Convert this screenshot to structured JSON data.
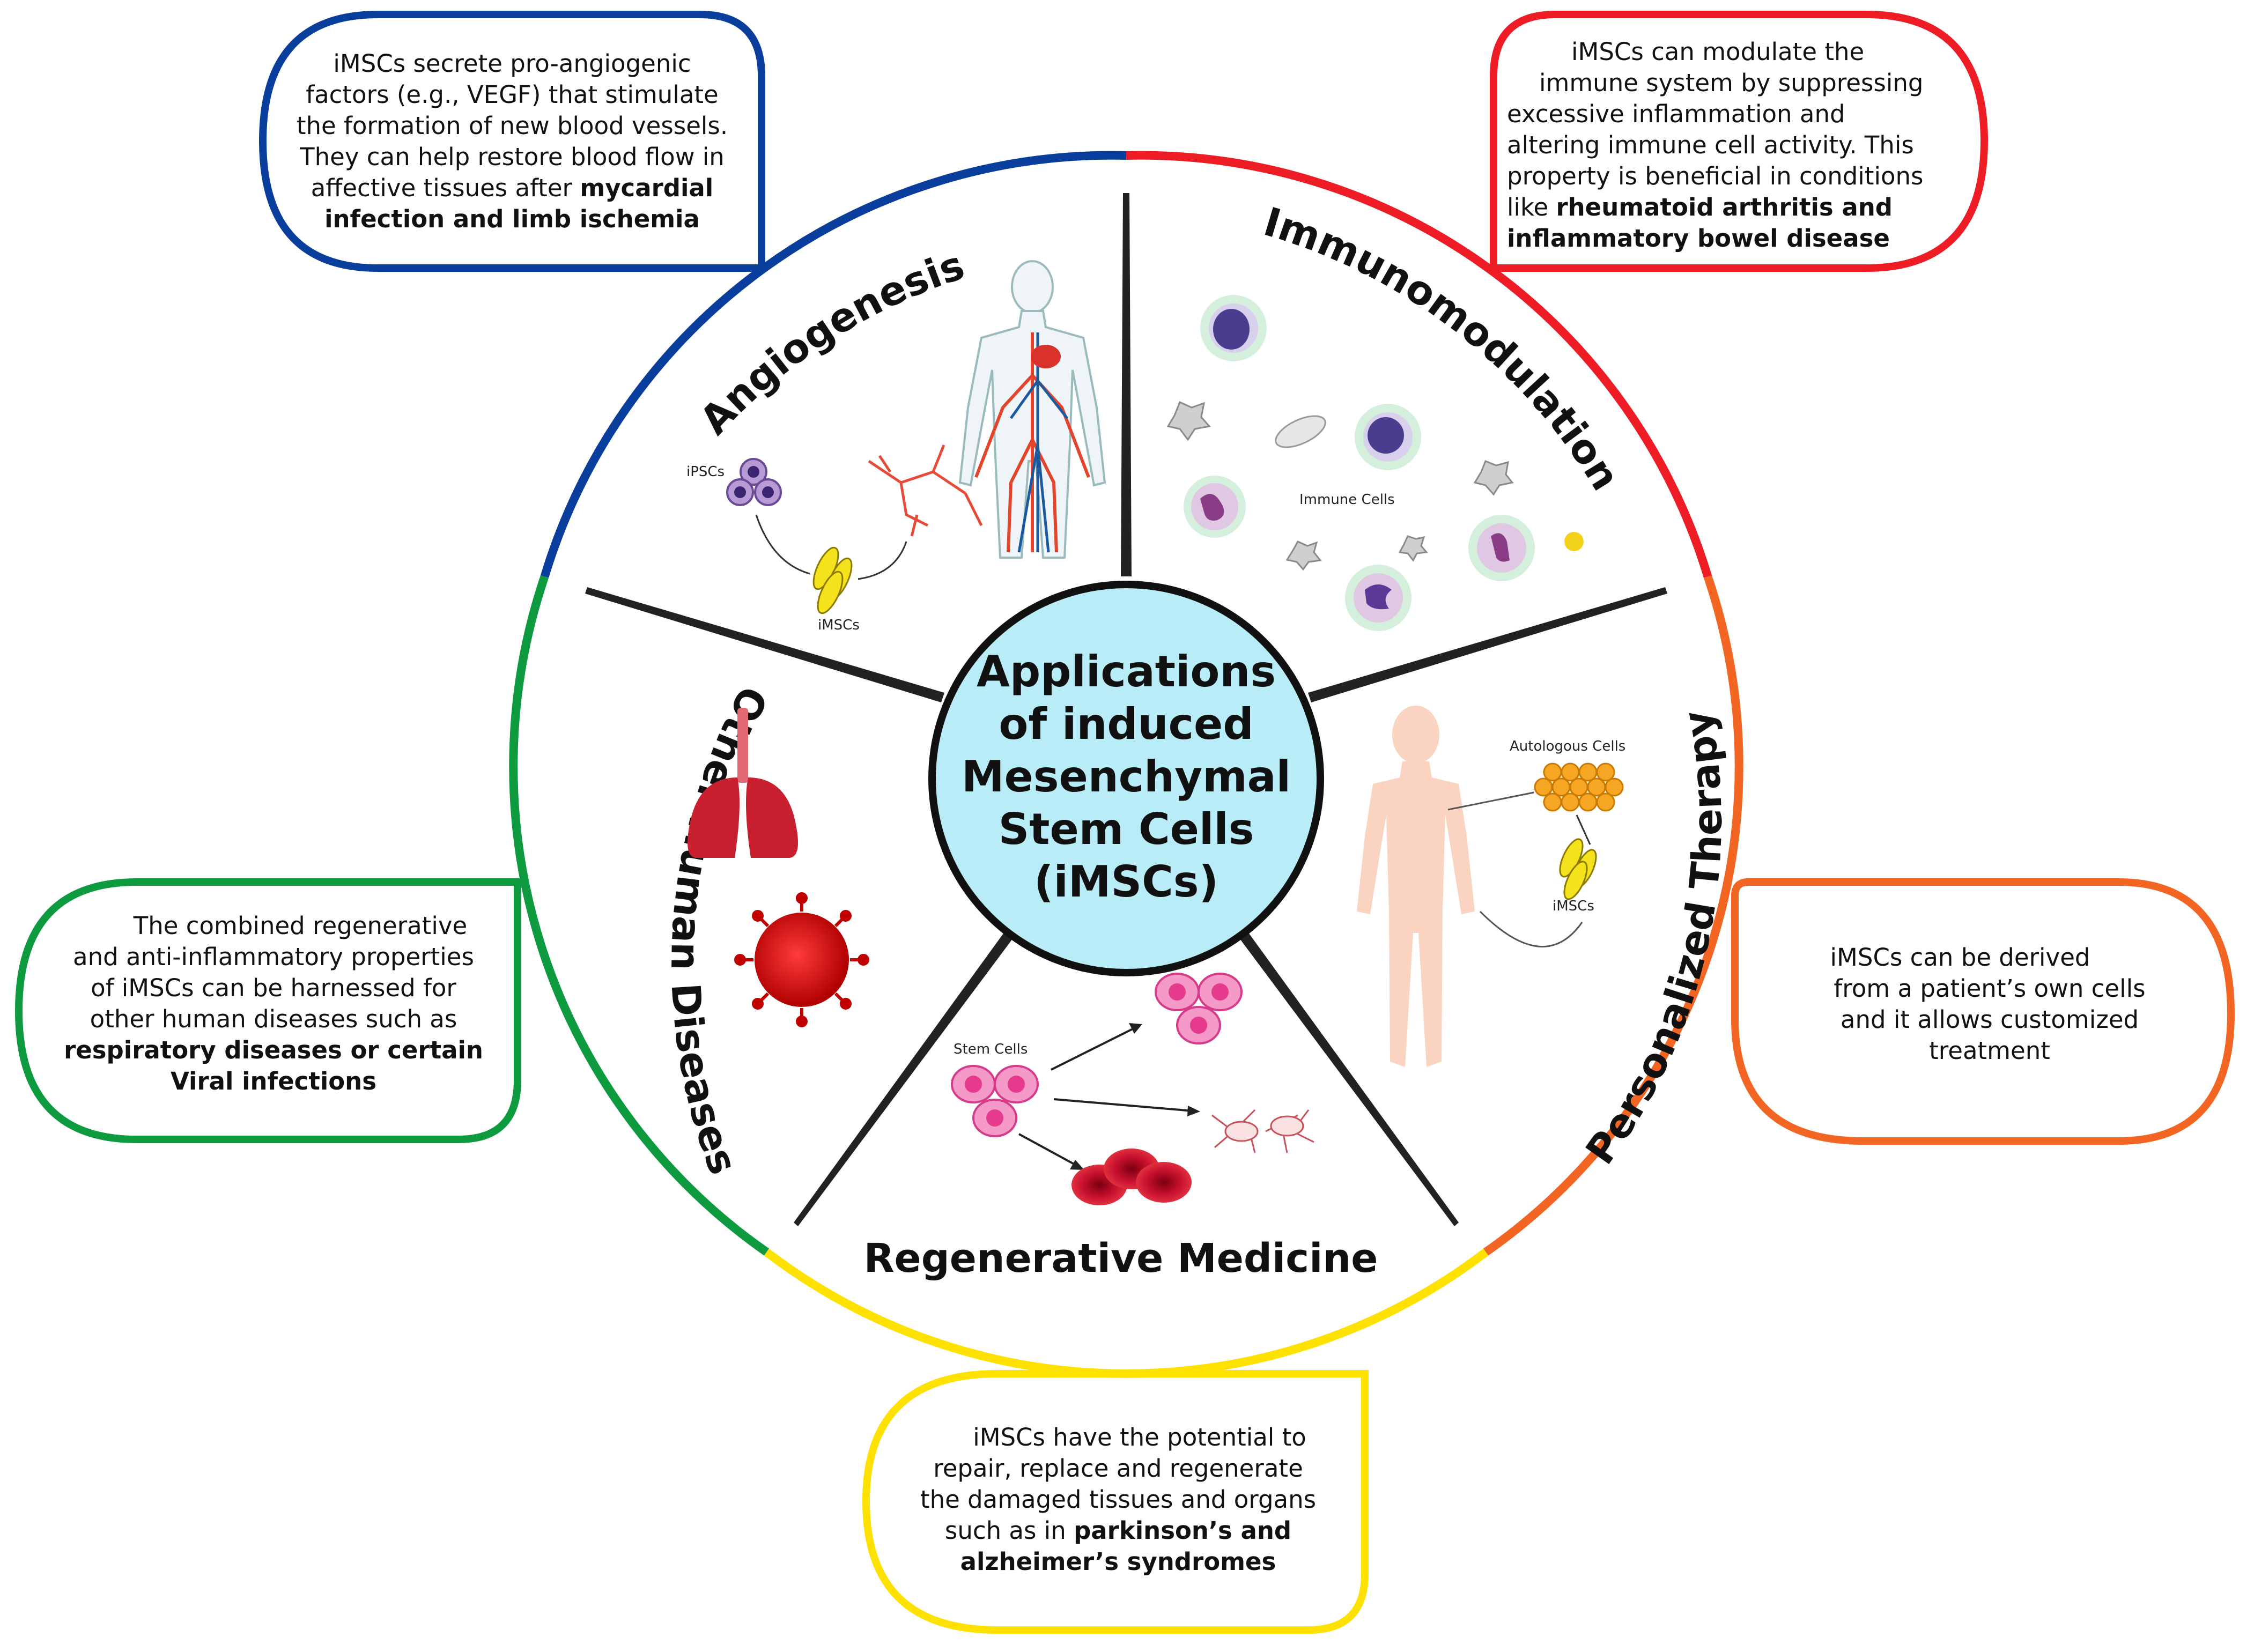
{
  "center": {
    "lines": [
      "Applications",
      "of induced",
      "Mesenchymal",
      "Stem Cells",
      "(iMSCs)"
    ]
  },
  "sections": {
    "angiogenesis": {
      "title": "Angiogenesis",
      "label_ipscs": "iPSCs",
      "label_imscs": "iMSCs",
      "color": "#0a3e9c"
    },
    "immunomodulation": {
      "title": "Immunomodulation",
      "label_immune": "Immune Cells",
      "color": "#ee1c25"
    },
    "personalized": {
      "title": "Personalized Therapy",
      "label_autologous": "Autologous Cells",
      "label_imscs": "iMSCs",
      "color": "#f26522"
    },
    "regenerative": {
      "title": "Regenerative Medicine",
      "label_stem": "Stem Cells",
      "color": "#ffe100"
    },
    "other": {
      "title": "Other Human Diseases",
      "color": "#0e9b3f"
    }
  },
  "callouts": {
    "angiogenesis": {
      "lines": [
        {
          "text": "iMSCs secrete pro-angiogenic",
          "bold": ""
        },
        {
          "text": "factors (e.g., VEGF) that stimulate",
          "bold": ""
        },
        {
          "text": "the formation of new blood vessels.",
          "bold": ""
        },
        {
          "text": "They can help restore blood flow in",
          "bold": ""
        },
        {
          "text": "affective tissues after ",
          "bold": "mycardial"
        },
        {
          "text": "",
          "bold": "infection and limb ischemia"
        }
      ]
    },
    "immunomodulation": {
      "lines": [
        {
          "text": "iMSCs can modulate the",
          "bold": ""
        },
        {
          "text": "immune system by suppressing",
          "bold": ""
        },
        {
          "text": "excessive inflammation and",
          "bold": ""
        },
        {
          "text": "altering immune cell activity. This",
          "bold": ""
        },
        {
          "text": "property is beneficial in conditions",
          "bold": ""
        },
        {
          "text": "like ",
          "bold": "rheumatoid arthritis and"
        },
        {
          "text": "",
          "bold": "inflammatory bowel disease"
        }
      ]
    },
    "personalized": {
      "lines": [
        {
          "text": "iMSCs can be derived",
          "bold": ""
        },
        {
          "text": "from a patient’s own cells",
          "bold": ""
        },
        {
          "text": "and it allows customized",
          "bold": ""
        },
        {
          "text": "treatment",
          "bold": ""
        }
      ]
    },
    "regenerative": {
      "lines": [
        {
          "text": "iMSCs have the potential to",
          "bold": ""
        },
        {
          "text": "repair, replace and regenerate",
          "bold": ""
        },
        {
          "text": "the damaged tissues and organs",
          "bold": ""
        },
        {
          "text": "such as in ",
          "bold": "parkinson’s and"
        },
        {
          "text": "",
          "bold": "alzheimer’s syndromes"
        }
      ]
    },
    "other": {
      "lines": [
        {
          "text": "The combined regenerative",
          "bold": ""
        },
        {
          "text": "and anti-inflammatory properties",
          "bold": ""
        },
        {
          "text": "of iMSCs can be harnessed for",
          "bold": ""
        },
        {
          "text": "other human diseases such as",
          "bold": ""
        },
        {
          "text": "",
          "bold": "respiratory diseases or certain"
        },
        {
          "text": "",
          "bold": "Viral infections"
        }
      ]
    }
  }
}
